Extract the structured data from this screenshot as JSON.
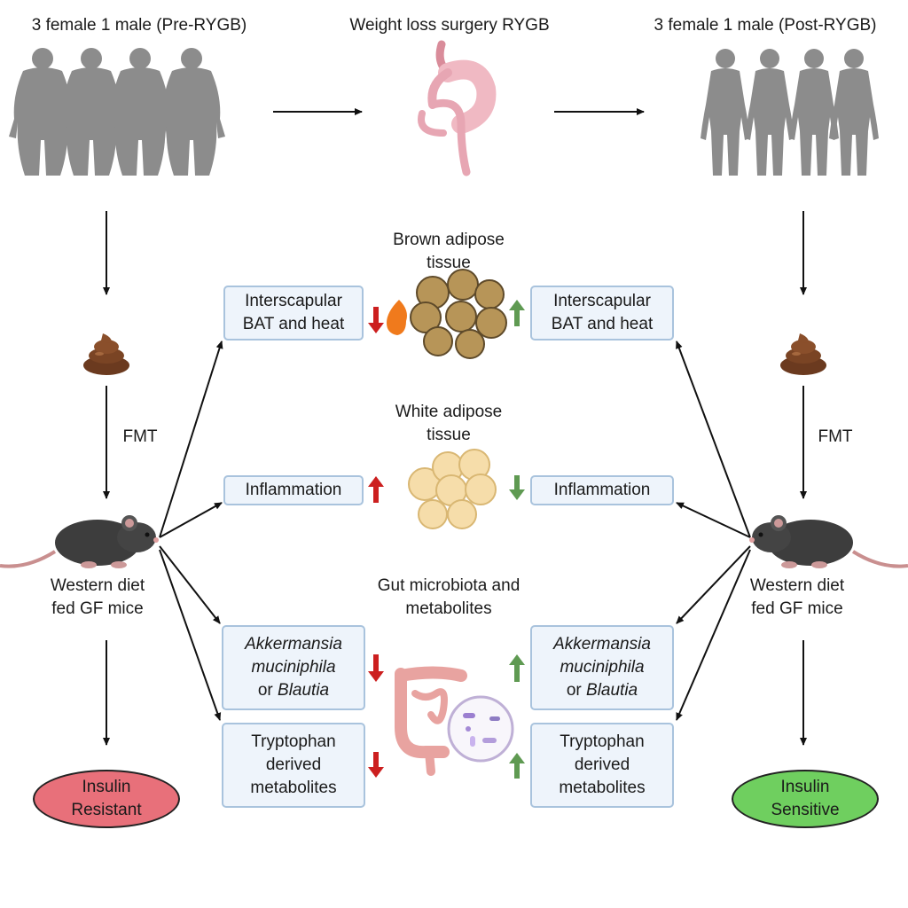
{
  "top": {
    "pre_label": "3 female 1 male (Pre-RYGB)",
    "surgery_label": "Weight loss surgery RYGB",
    "post_label": "3 female 1 male (Post-RYGB)"
  },
  "fmt_label": "FMT",
  "mice_label": [
    "Western diet",
    "fed GF mice"
  ],
  "sections": {
    "bat_title": [
      "Brown adipose",
      "tissue"
    ],
    "wat_title": [
      "White adipose",
      "tissue"
    ],
    "gut_title": [
      "Gut microbiota and",
      "metabolites"
    ]
  },
  "boxes": {
    "bat": [
      "Interscapular",
      "BAT and heat"
    ],
    "inflammation": "Inflammation",
    "akk_line1": "Akkermansia",
    "akk_line2": "muciniphila",
    "akk_or": "or",
    "akk_blautia": "Blautia",
    "trp": [
      "Tryptophan",
      "derived",
      "metabolites"
    ]
  },
  "outcomes": {
    "left": [
      "Insulin",
      "Resistant"
    ],
    "right": [
      "Insulin",
      "Sensitive"
    ]
  },
  "colors": {
    "box_fill": "#eef4fb",
    "box_border": "#a9c3dd",
    "up_arrow_red": "#cc1f1f",
    "down_arrow_green": "#5f9a52",
    "resistant_fill": "#e8707a",
    "sensitive_fill": "#6fcf5f",
    "silhouette": "#8c8c8c"
  }
}
